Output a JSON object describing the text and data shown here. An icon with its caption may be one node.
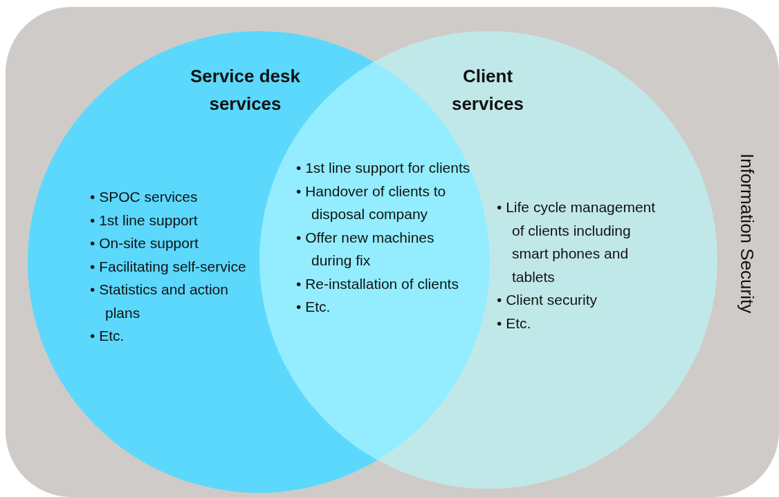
{
  "diagram": {
    "nodes": [
      {
        "text": [
          "Information Security"
        ]
      },
      {
        "text": [
          "Service desk services",
          "• SPOC services",
          "• 1st line support",
          "• On-site support",
          "• Facilitating self-service",
          "• Statistics and action plans",
          "• Etc."
        ],
        "in": 0
      },
      {
        "text": [
          "Client services",
          "• Life cycle management of clients including smart phones and tablets",
          "• Client security",
          "• Etc."
        ],
        "in": 0
      }
    ],
    "labels": [
      "• 1st line support for clients",
      "• Handover of clients to disposal company",
      "• Offer new machines during fix",
      "• Re-installation of clients",
      "• Etc."
    ]
  }
}
